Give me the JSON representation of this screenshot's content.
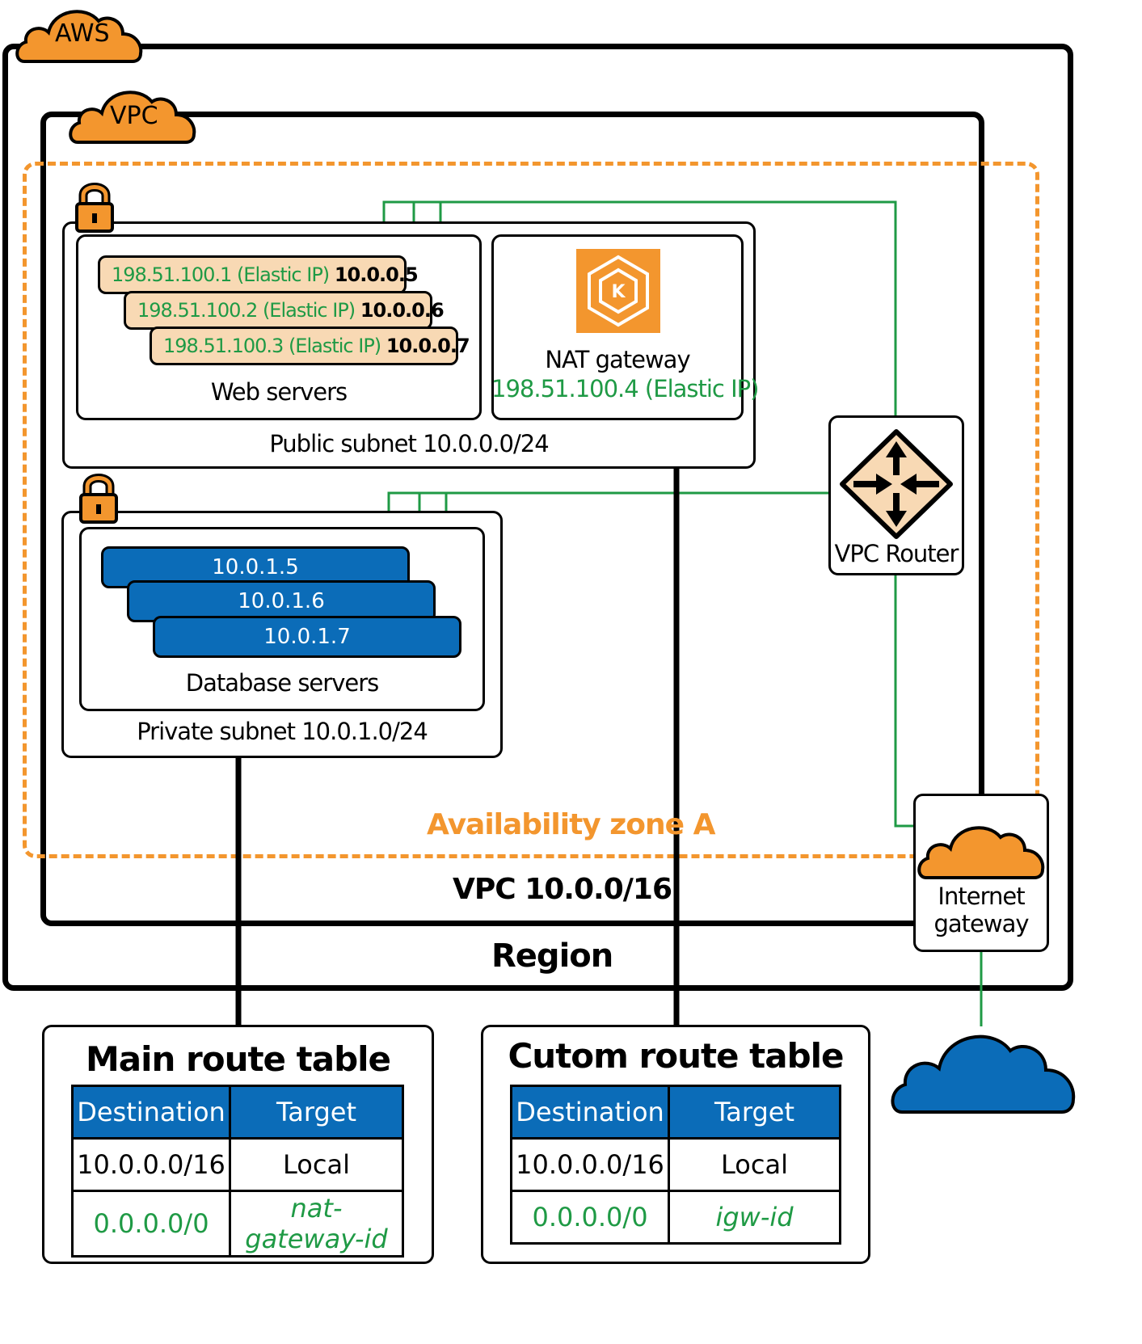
{
  "labels": {
    "aws": "AWS",
    "vpc": "VPC",
    "region": "Region",
    "vpc_cidr": "VPC 10.0.0/16",
    "availability_zone": "Availability zone A",
    "public_subnet": "Public subnet 10.0.0.0/24",
    "private_subnet": "Private subnet 10.0.1.0/24",
    "web_servers": "Web servers",
    "database_servers": "Database servers",
    "nat_gateway": "NAT gateway",
    "nat_gateway_ip": "198.51.100.4 (Elastic IP)",
    "vpc_router": "VPC Router",
    "internet_gateway_line1": "Internet",
    "internet_gateway_line2": "gateway"
  },
  "web_servers": [
    {
      "elastic_ip": "198.51.100.1 (Elastic IP)",
      "private_ip": "10.0.0.5"
    },
    {
      "elastic_ip": "198.51.100.2 (Elastic IP)",
      "private_ip": "10.0.0.6"
    },
    {
      "elastic_ip": "198.51.100.3 (Elastic IP)",
      "private_ip": "10.0.0.7"
    }
  ],
  "database_servers": [
    "10.0.1.5",
    "10.0.1.6",
    "10.0.1.7"
  ],
  "main_route_table": {
    "title": "Main route table",
    "headers": [
      "Destination",
      "Target"
    ],
    "rows": [
      {
        "destination": "10.0.0.0/16",
        "target": "Local"
      },
      {
        "destination": "0.0.0.0/0",
        "target": "nat-gateway-id"
      }
    ]
  },
  "custom_route_table": {
    "title": "Cutom route table",
    "headers": [
      "Destination",
      "Target"
    ],
    "rows": [
      {
        "destination": "10.0.0.0/16",
        "target": "Local"
      },
      {
        "destination": "0.0.0.0/0",
        "target": "igw-id"
      }
    ]
  },
  "colors": {
    "aws_orange": "#f3962e",
    "route_green": "#1f9a45",
    "blue": "#0b6cb8",
    "ec2_fill": "#f8d9b4"
  },
  "icons": [
    "aws-cloud-icon",
    "vpc-cloud-icon",
    "lock-icon",
    "nat-gateway-icon",
    "vpc-router-icon",
    "internet-gateway-icon",
    "internet-cloud-icon"
  ]
}
